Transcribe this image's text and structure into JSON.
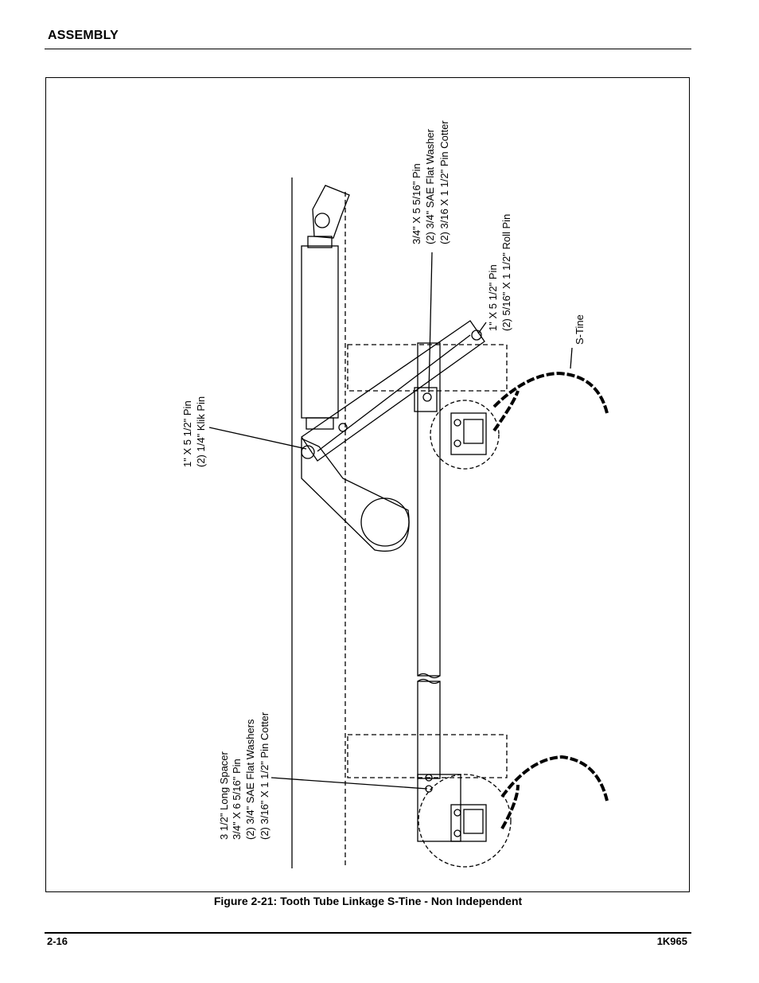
{
  "header": {
    "section_title": "ASSEMBLY"
  },
  "figure": {
    "caption": "Figure 2-21:  Tooth Tube Linkage S-Tine - Non Independent",
    "callouts": {
      "klik_pin": [
        "1\" X 5 1/2\" Pin",
        "(2) 1/4\" Klik Pin"
      ],
      "top_pin": [
        "3/4\" X 5 5/16\" Pin",
        "(2) 3/4\" SAE Flat Washer",
        "(2) 3/16 X 1 1/2\" Pin Cotter"
      ],
      "roll_pin": [
        "1\" X 5 1/2\" Pin",
        "(2) 5/16\" X 1 1/2\" Roll Pin"
      ],
      "stine": [
        "S-Tine"
      ],
      "spacer": [
        "3 1/2\" Long Spacer",
        "3/4\" X 6 5/16\" Pin",
        "(2) 3/4\" SAE Flat Washers",
        "(2) 3/16\" X 1 1/2\" Pin Cotter"
      ]
    }
  },
  "footer": {
    "page_number": "2-16",
    "document_number": "1K965"
  }
}
